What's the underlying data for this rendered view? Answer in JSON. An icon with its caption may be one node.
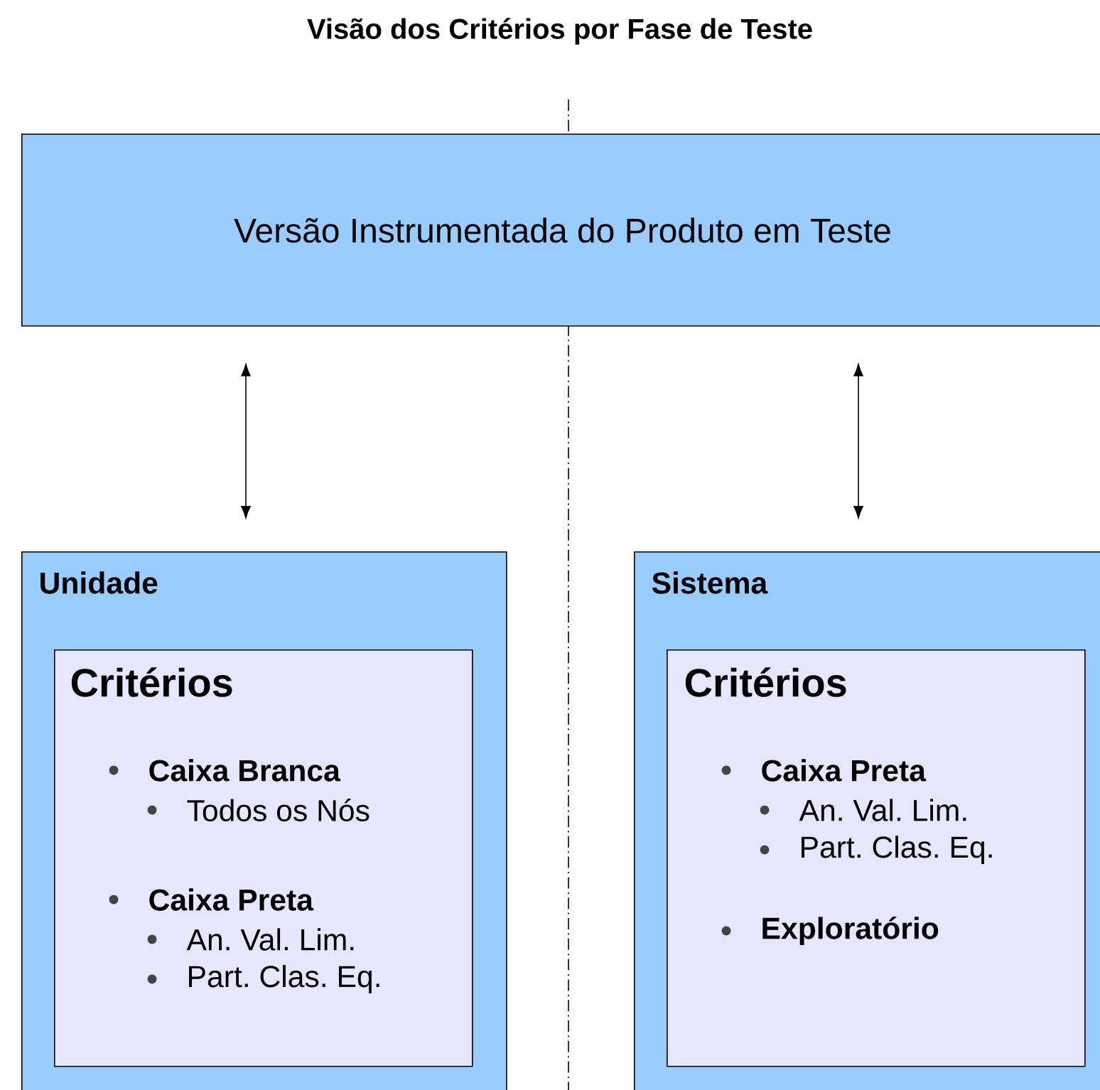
{
  "diagram": {
    "title": "Visão dos Critérios por Fase de Teste",
    "nodes": [
      {
        "text": [
          "Versão Instrumentada do Produto em Teste"
        ]
      },
      {
        "text": [
          "Unidade"
        ]
      },
      {
        "text": [
          "Critérios",
          "Caixa Branca",
          "Todos os Nós",
          "Caixa Preta",
          "An. Val. Lim.",
          "Part. Clas. Eq."
        ],
        "in": 1
      },
      {
        "text": [
          "Sistema"
        ]
      },
      {
        "text": [
          "Critérios",
          "Caixa Preta",
          "An. Val. Lim.",
          "Part. Clas. Eq.",
          "Exploratório"
        ],
        "in": 3
      }
    ],
    "edges": [
      {
        "from": 0,
        "to": 1,
        "arrow": "both"
      },
      {
        "from": 0,
        "to": 3,
        "arrow": "both"
      }
    ]
  }
}
